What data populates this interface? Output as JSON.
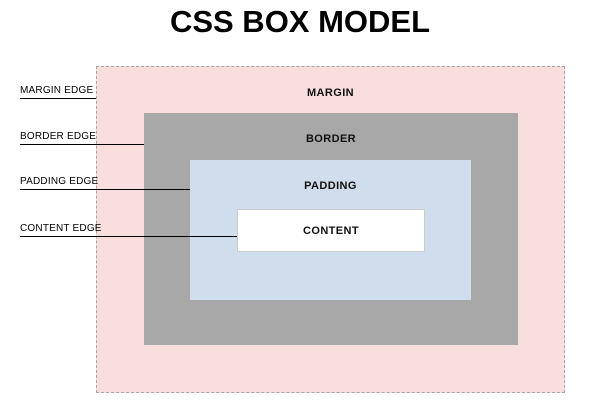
{
  "title": "CSS BOX MODEL",
  "diagram": {
    "layers": {
      "margin": {
        "label": "MARGIN"
      },
      "border": {
        "label": "BORDER"
      },
      "padding": {
        "label": "PADDING"
      },
      "content": {
        "label": "CONTENT"
      }
    },
    "edge_labels": {
      "margin": "MARGIN EDGE",
      "border": "BORDER EDGE",
      "padding": "PADDING EDGE",
      "content": "CONTENT EDGE"
    }
  },
  "colors": {
    "margin": "#f9dede",
    "margin_dash": "#a6a6a6",
    "border": "#a8a8a8",
    "padding": "#d0ddec",
    "content": "#ffffff",
    "pointer_line": "#000000",
    "title_text": "#000000"
  }
}
